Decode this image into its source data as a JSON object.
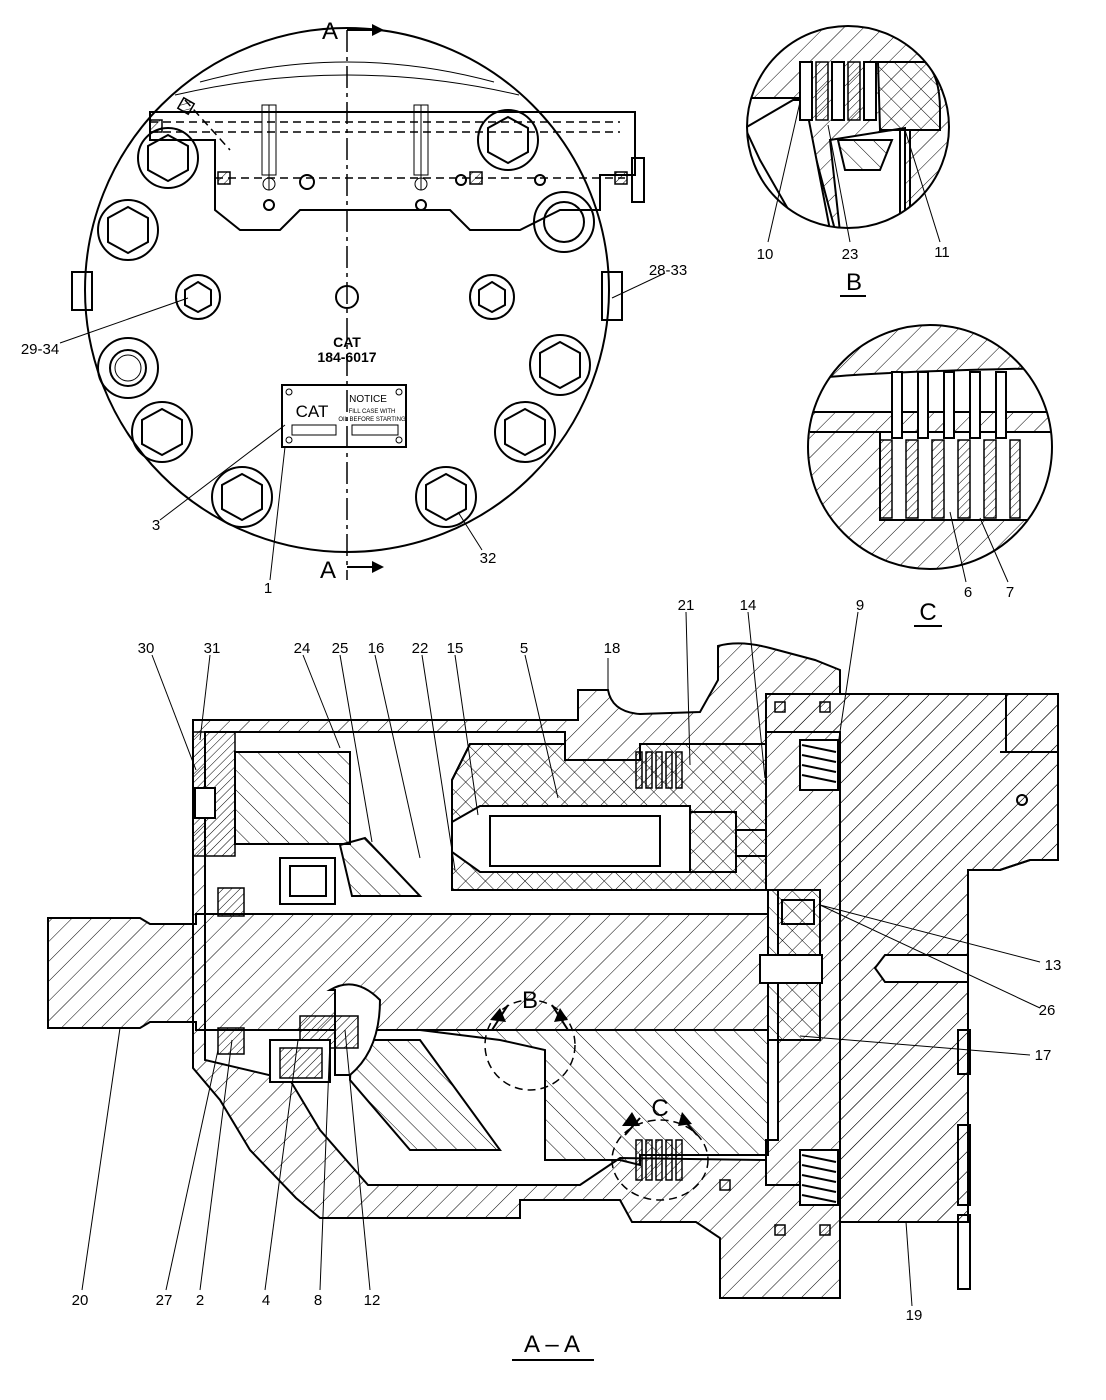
{
  "top_view": {
    "section_arrow_top": "A",
    "section_arrow_bottom": "A",
    "cat_text": "CAT",
    "part_number": "184-6017",
    "nameplate": {
      "brand": "CAT",
      "title": "NOTICE",
      "line1": "FILL CASE WITH",
      "line2": "OIL BEFORE STARTING"
    },
    "callouts": [
      "29-34",
      "28-33",
      "3",
      "1",
      "32"
    ]
  },
  "detail_b": {
    "label": "B",
    "callouts": [
      "10",
      "23",
      "11"
    ]
  },
  "detail_c": {
    "label": "C",
    "callouts": [
      "6",
      "7"
    ]
  },
  "section_view": {
    "title": "A – A",
    "bubble_b": "B",
    "bubble_c": "C",
    "top_callouts": [
      "30",
      "31",
      "24",
      "25",
      "16",
      "22",
      "15",
      "5",
      "18",
      "21",
      "14",
      "9"
    ],
    "right_callouts": [
      "13",
      "26",
      "17"
    ],
    "bottom_callouts": [
      "20",
      "27",
      "2",
      "4",
      "8",
      "12",
      "19"
    ]
  }
}
